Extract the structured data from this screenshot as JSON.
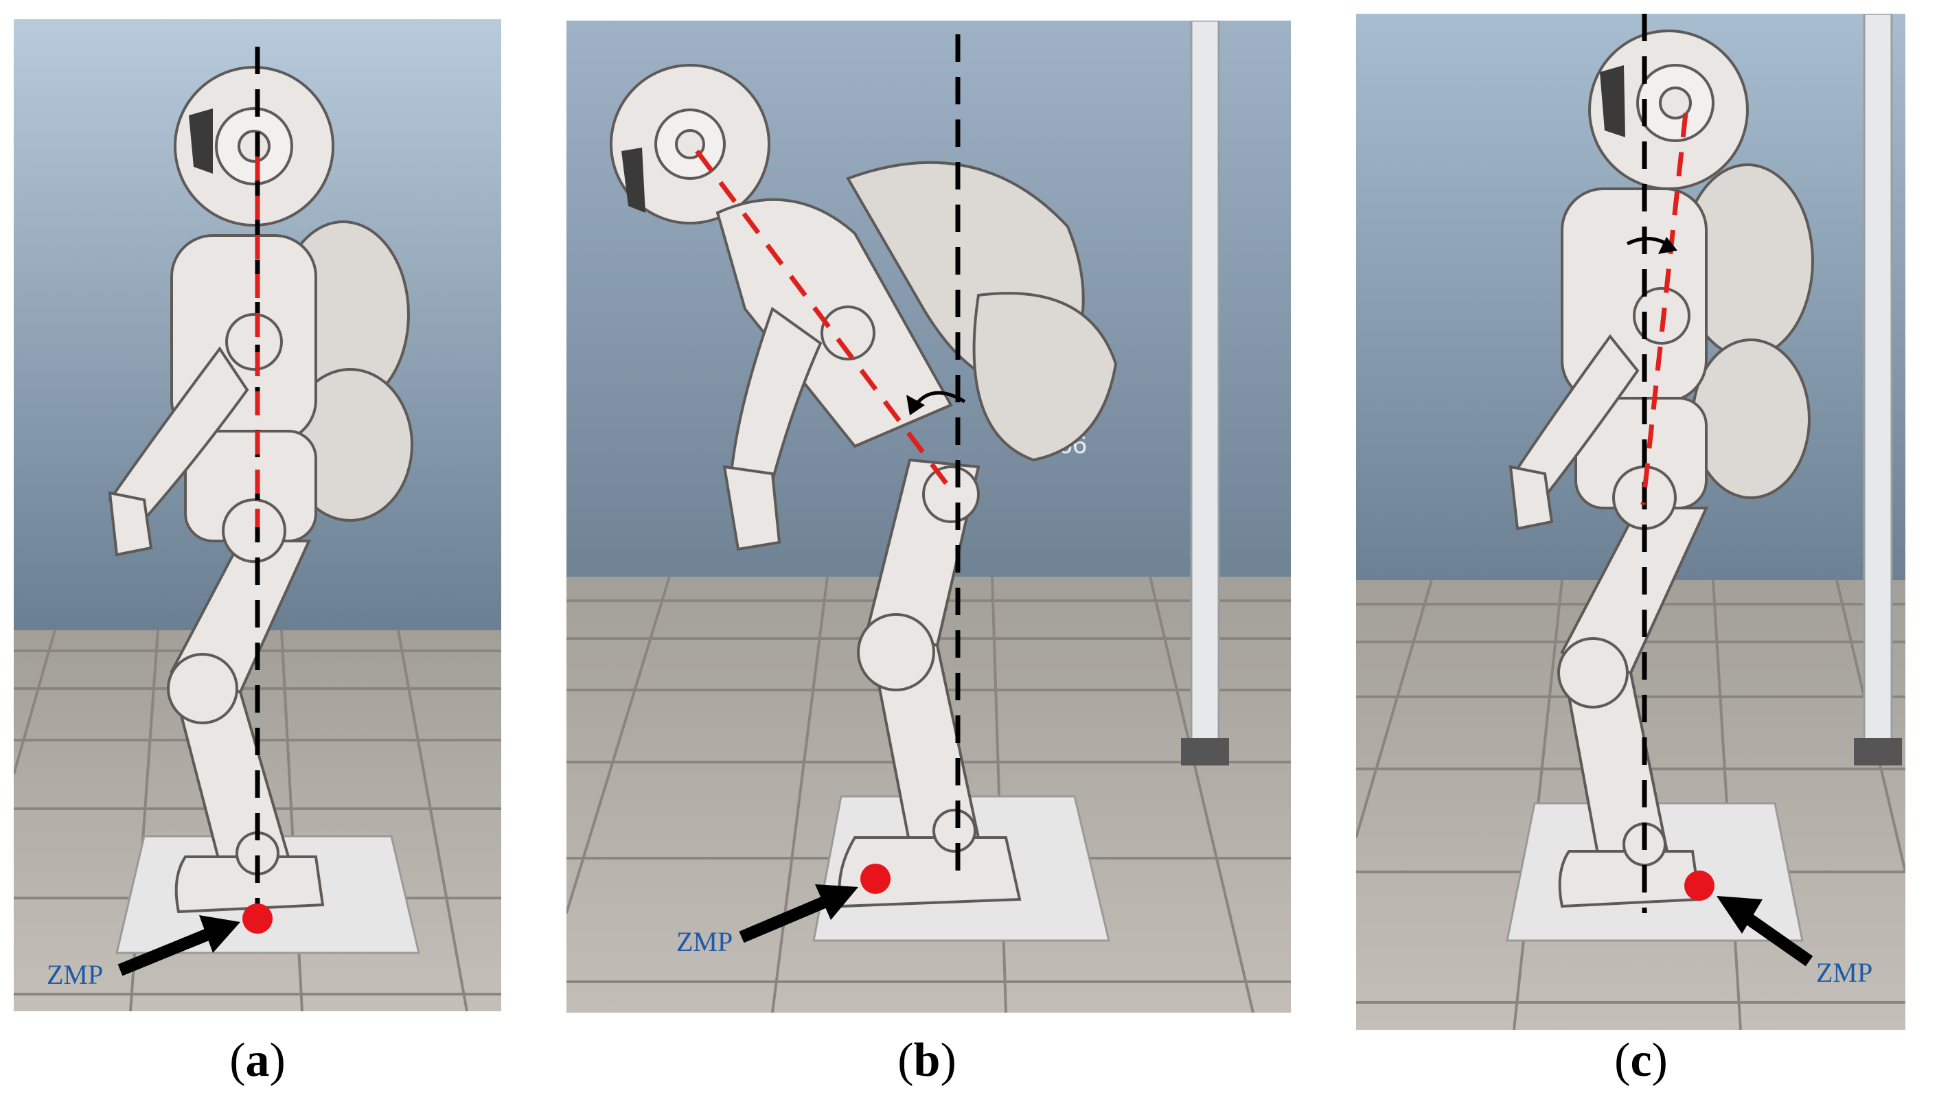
{
  "panels": [
    {
      "id": "a",
      "caption_open": "(",
      "caption_letter": "a",
      "caption_close": ")",
      "zmp_label": "ZMP"
    },
    {
      "id": "b",
      "caption_open": "(",
      "caption_letter": "b",
      "caption_close": ")",
      "zmp_label": "ZMP",
      "overlay_text": "st666"
    },
    {
      "id": "c",
      "caption_open": "(",
      "caption_letter": "c",
      "caption_close": ")",
      "zmp_label": "ZMP"
    }
  ],
  "colors": {
    "sky_top": "#a9bdd0",
    "sky_bottom": "#6f8395",
    "floor": "#b9b4ad",
    "floor_lines": "#8f8a84",
    "robot_body": "#e9e6e3",
    "robot_shade": "#a9a5a1",
    "dashed_black": "#000000",
    "dashed_red": "#e0201c",
    "zmp_dot": "#e8141c",
    "zmp_text": "#1f5aa6"
  }
}
